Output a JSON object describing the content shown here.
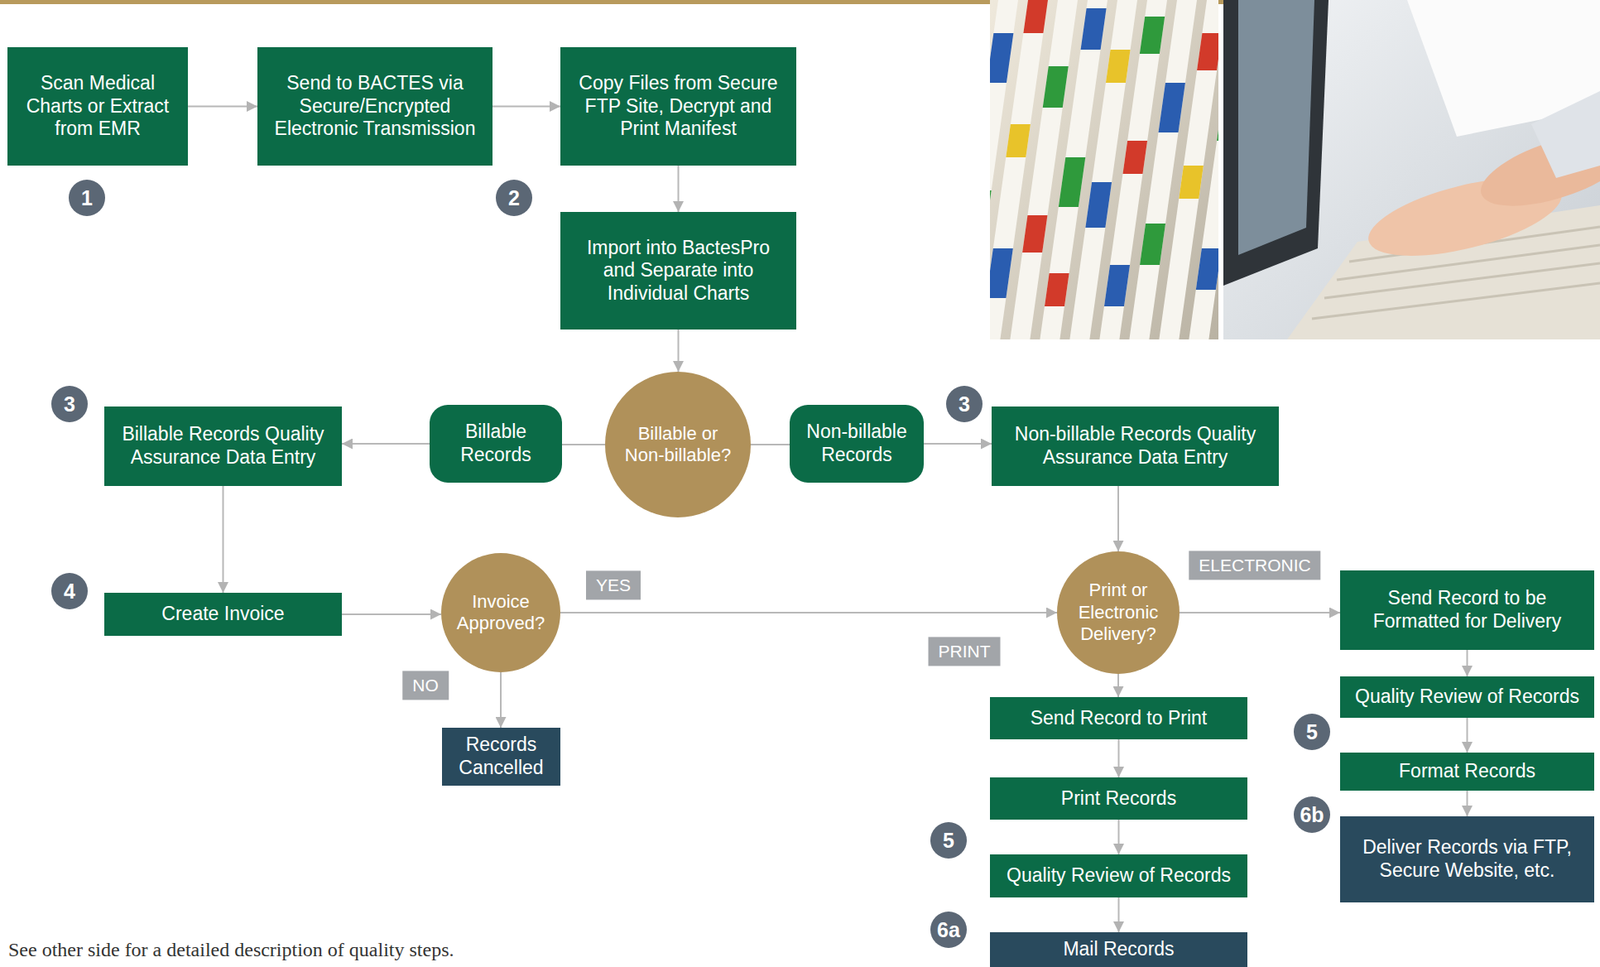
{
  "diagram": {
    "caption": "See other side for a detailed description of quality steps.",
    "nodes": [
      {
        "text": [
          "Scan Medical Charts or Extract from EMR"
        ]
      },
      {
        "text": [
          "Send to BACTES via Secure/Encrypted Electronic Transmission"
        ]
      },
      {
        "text": [
          "Copy Files from Secure FTP Site, Decrypt and Print Manifest"
        ]
      },
      {
        "text": [
          "Import into BactesPro and Separate into Individual Charts"
        ]
      },
      {
        "text": [
          "Billable Records Quality Assurance Data Entry"
        ]
      },
      {
        "text": [
          "Billable Records"
        ]
      },
      {
        "text": [
          "Billable or Non-billable?"
        ]
      },
      {
        "text": [
          "Non-billable Records"
        ]
      },
      {
        "text": [
          "Non-billable Records Quality Assurance Data Entry"
        ]
      },
      {
        "text": [
          "Create Invoice"
        ]
      },
      {
        "text": [
          "Invoice Approved?"
        ]
      },
      {
        "text": [
          "Print or Electronic Delivery?"
        ]
      },
      {
        "text": [
          "Send Record to be Formatted for Delivery"
        ]
      },
      {
        "text": [
          "Records Cancelled"
        ]
      },
      {
        "text": [
          "Send Record to Print"
        ]
      },
      {
        "text": [
          "Quality Review of Records"
        ]
      },
      {
        "text": [
          "Print Records"
        ]
      },
      {
        "text": [
          "Format Records"
        ]
      },
      {
        "text": [
          "Deliver Records via FTP, Secure Website, etc."
        ]
      },
      {
        "text": [
          "Quality Review of Records"
        ]
      },
      {
        "text": [
          "Mail Records"
        ]
      }
    ],
    "edges": [
      {
        "from": 0,
        "to": 1,
        "arrow": "to"
      },
      {
        "from": 1,
        "to": 2,
        "arrow": "to"
      },
      {
        "from": 2,
        "to": 3,
        "arrow": "to"
      },
      {
        "from": 3,
        "to": 6,
        "arrow": "to"
      },
      {
        "from": 6,
        "to": 5,
        "arrow": "none"
      },
      {
        "from": 5,
        "to": 4,
        "arrow": "to"
      },
      {
        "from": 6,
        "to": 7,
        "arrow": "none"
      },
      {
        "from": 7,
        "to": 8,
        "arrow": "to"
      },
      {
        "from": 4,
        "to": 9,
        "arrow": "to"
      },
      {
        "from": 9,
        "to": 10,
        "arrow": "to"
      },
      {
        "from": 10,
        "to": 11,
        "label": "YES",
        "arrow": "to"
      },
      {
        "from": 10,
        "to": 13,
        "label": "NO",
        "arrow": "to"
      },
      {
        "from": 8,
        "to": 11,
        "arrow": "to"
      },
      {
        "from": 11,
        "to": 12,
        "label": "ELECTRONIC",
        "arrow": "to"
      },
      {
        "from": 11,
        "to": 14,
        "label": "PRINT",
        "arrow": "to"
      },
      {
        "from": 14,
        "to": 16,
        "arrow": "to"
      },
      {
        "from": 16,
        "to": 19,
        "arrow": "to"
      },
      {
        "from": 19,
        "to": 20,
        "arrow": "to"
      },
      {
        "from": 12,
        "to": 15,
        "arrow": "to"
      },
      {
        "from": 15,
        "to": 17,
        "arrow": "to"
      },
      {
        "from": 17,
        "to": 18,
        "arrow": "to"
      }
    ],
    "labels": [
      "1",
      "2",
      "3",
      "3",
      "4",
      "5",
      "6b",
      "5",
      "6a"
    ]
  }
}
